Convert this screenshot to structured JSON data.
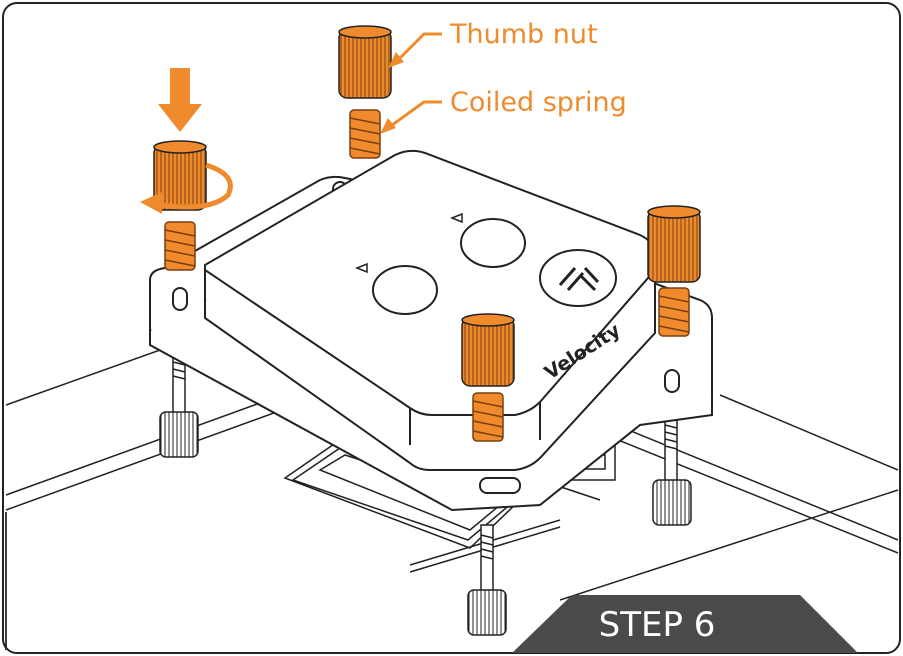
{
  "labels": {
    "thumb_nut": "Thumb nut",
    "coiled_spring": "Coiled spring"
  },
  "product": {
    "brand_text": "Velocity"
  },
  "step": {
    "label": "STEP 6"
  },
  "colors": {
    "accent": "#ef8b2c",
    "outline": "#222222",
    "step_badge": "#4a4a4a",
    "frame": "#222222"
  },
  "icons": {
    "push_arrow": "arrow-down-icon",
    "rotate": "rotate-clockwise-icon",
    "logo": "ek-logo-icon"
  }
}
